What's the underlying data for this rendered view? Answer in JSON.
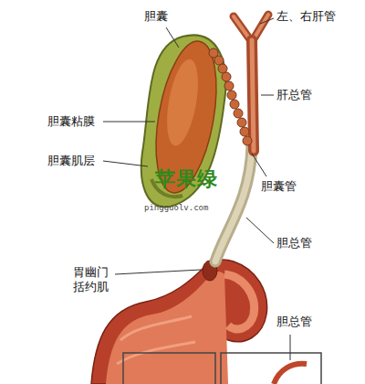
{
  "diagram": {
    "labels": [
      "胆囊",
      "左、右肝管",
      "肝总管",
      "胆囊粘膜",
      "胆囊肌层",
      "胆囊管",
      "胆总管",
      "胃幽门 括约肌",
      "胆总管",
      "苹果绿",
      "pingguolv.com"
    ]
  }
}
